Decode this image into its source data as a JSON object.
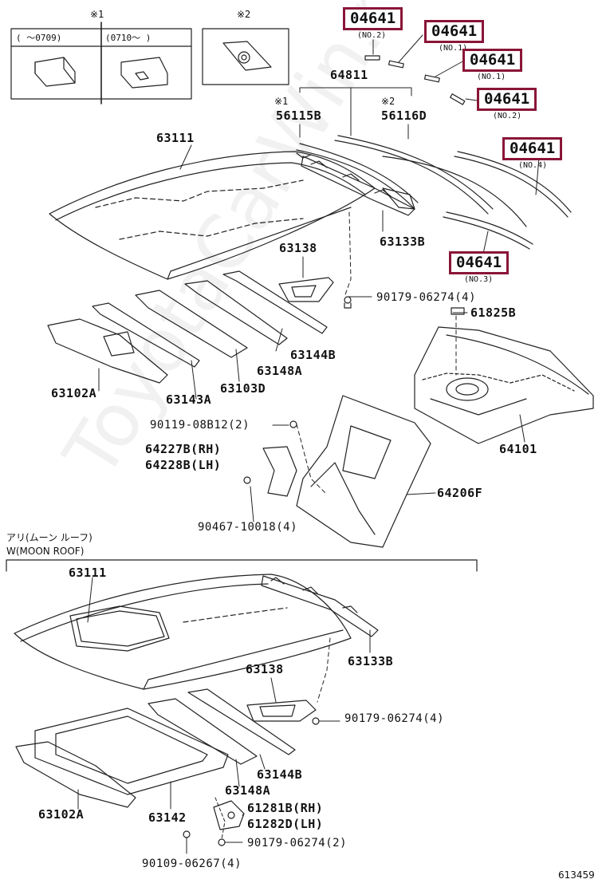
{
  "inset": {
    "star1": "※1",
    "star2": "※2",
    "col1": "(    ～0709)",
    "col2": "(0710～    )"
  },
  "highlight_color": "#8a1538",
  "highlighted": [
    {
      "part": "04641",
      "note": "(NO.2)"
    },
    {
      "part": "04641",
      "note": "(NO.1)"
    },
    {
      "part": "04641",
      "note": "(NO.1)"
    },
    {
      "part": "04641",
      "note": "(NO.2)"
    },
    {
      "part": "04641",
      "note": "(NO.4)"
    },
    {
      "part": "04641",
      "note": "(NO.3)"
    }
  ],
  "upper": {
    "labels": {
      "p64811": "64811",
      "p56115B": "56115B",
      "p56116D": "56116D",
      "p63111": "63111",
      "p63133B": "63133B",
      "p63138": "63138",
      "p90179a": "90179-06274(4)",
      "p61825B": "61825B",
      "p63144B": "63144B",
      "p63148A": "63148A",
      "p63103D": "63103D",
      "p63143A": "63143A",
      "p63102A": "63102A",
      "p90119": "90119-08B12(2)",
      "p64227B": "64227B(RH)",
      "p64228B": "64228B(LH)",
      "p64101": "64101",
      "p64206F": "64206F",
      "p90467": "90467-10018(4)"
    }
  },
  "moonroof": {
    "title_jp": "アリ(ムーン ルーフ)",
    "title_en": "W(MOON ROOF)",
    "labels": {
      "p63111": "63111",
      "p63133B": "63133B",
      "p63138": "63138",
      "p90179a": "90179-06274(4)",
      "p63144B": "63144B",
      "p63148A": "63148A",
      "p63102A": "63102A",
      "p63142": "63142",
      "p61281B": "61281B(RH)",
      "p61282D": "61282D(LH)",
      "p90179b": "90179-06274(2)",
      "p90109": "90109-06267(4)"
    }
  },
  "figure_number": "613459",
  "watermark_text": "ToyotaCarWin.ru"
}
